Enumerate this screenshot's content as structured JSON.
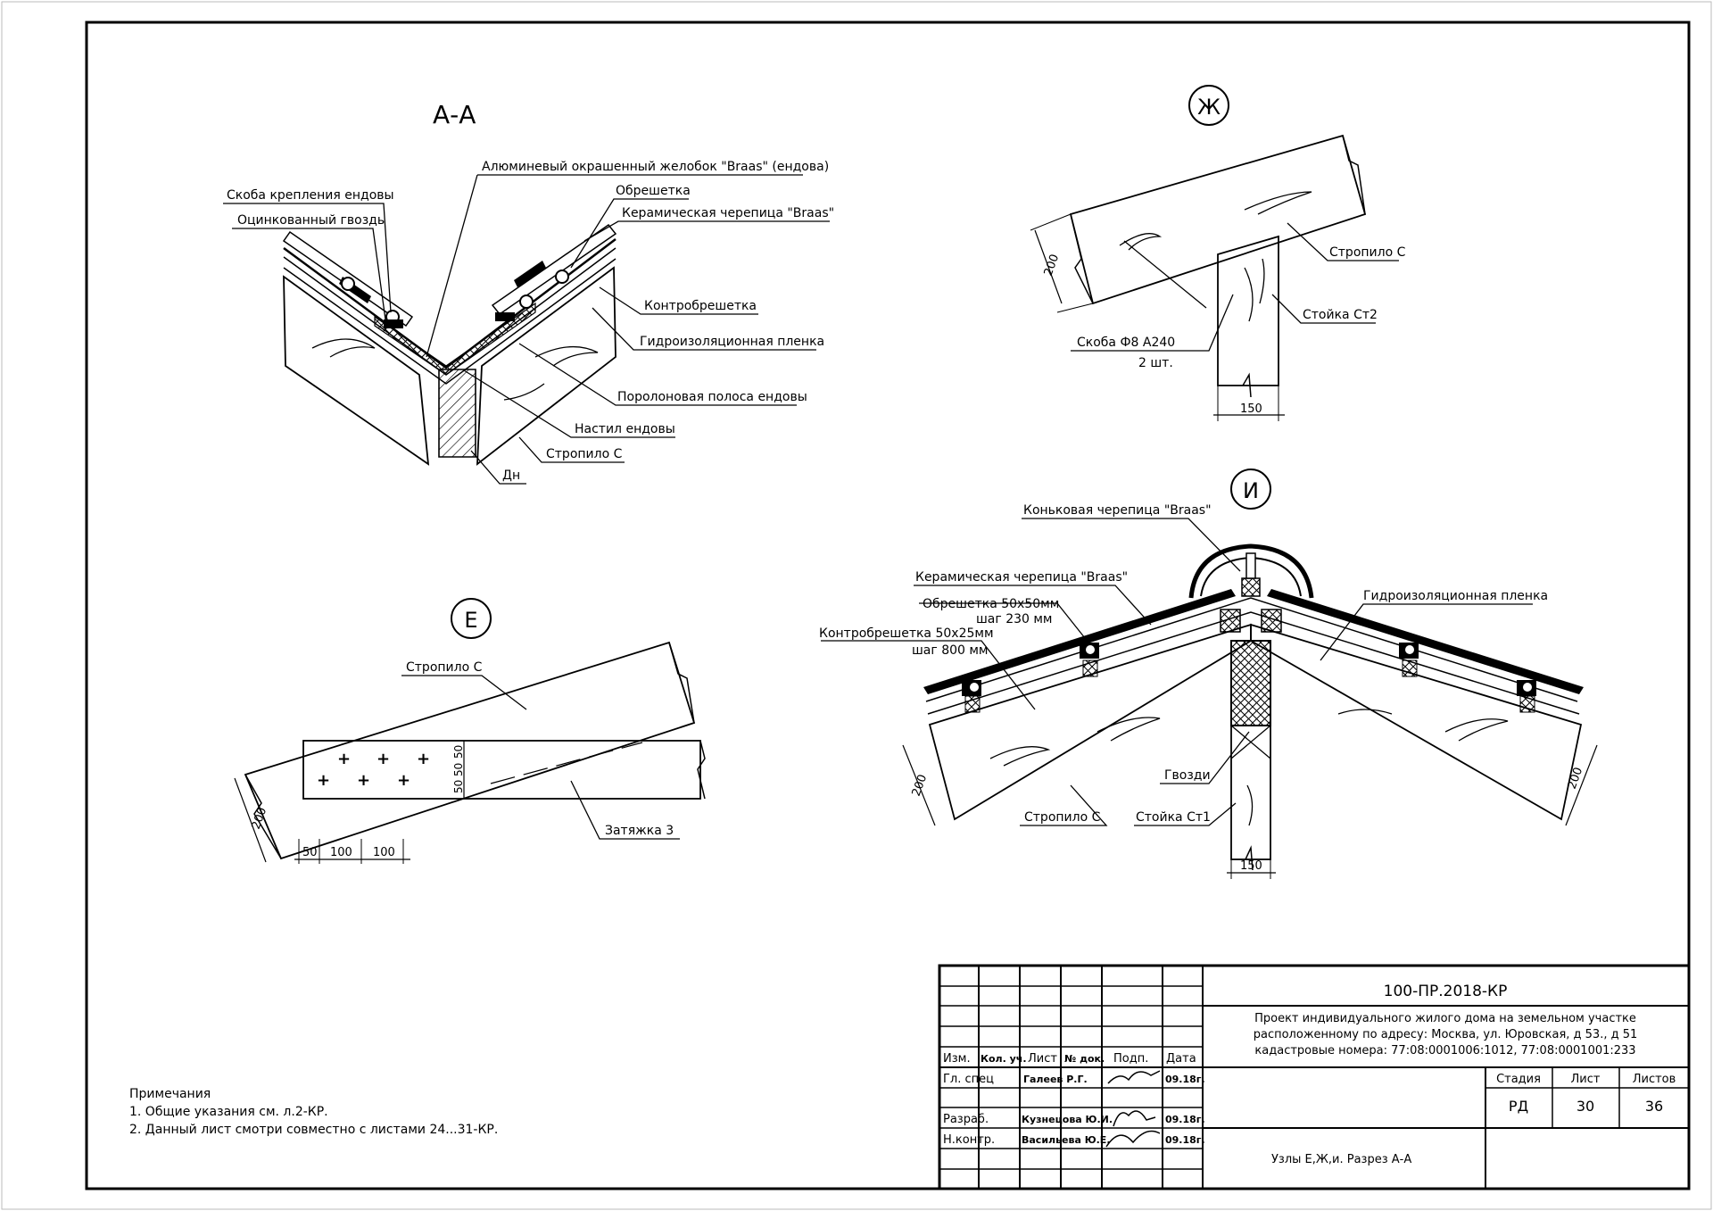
{
  "sections": {
    "aa": {
      "title": "А-А",
      "labels": {
        "gutter": "Алюминевый окрашенный желобок \"Braas\" (ендова)",
        "clip": "Скоба крепления ендовы",
        "batten": "Обрешетка",
        "nail": "Оцинкованный гвоздь",
        "tile": "Керамическая черепица \"Braas\"",
        "counter": "Контробрешетка",
        "membrane": "Гидроизоляционная пленка",
        "foam": "Поролоновая полоса ендовы",
        "deck": "Настил ендовы",
        "rafter": "Стропило С",
        "dn": "Дн"
      }
    },
    "zh": {
      "marker": "Ж",
      "labels": {
        "rafter": "Стропило С",
        "post": "Стойка Ст2",
        "clamp": "Скоба Ф8 А240",
        "clamp_qty": "2 шт."
      },
      "dims": {
        "depth": "200",
        "width": "150"
      }
    },
    "i": {
      "marker": "И",
      "labels": {
        "ridge": "Коньковая черепица \"Braas\"",
        "tile": "Керамическая черепица \"Braas\"",
        "batten": "Обрешетка 50х50мм",
        "batten_step": "шаг 230 мм",
        "counter": "Контробрешетка 50х25мм",
        "counter_step": "шаг 800 мм",
        "membrane": "Гидроизоляционная пленка",
        "nails": "Гвозди",
        "rafter": "Стропило С",
        "post": "Стойка Ст1"
      },
      "dims": {
        "left": "200",
        "right": "200",
        "width": "150"
      }
    },
    "e": {
      "marker": "Е",
      "labels": {
        "rafter": "Стропило С",
        "tie": "Затяжка 3"
      },
      "dims": {
        "depth": "200",
        "d50a": "50",
        "d50b": "50",
        "d50c": "50",
        "d50d": "50",
        "d100a": "100",
        "d100b": "100"
      }
    }
  },
  "notes": {
    "title": "Примечания",
    "items": [
      "1. Общие указания см. л.2-КР.",
      "2. Данный лист смотри совместно с листами 24...31-КР."
    ]
  },
  "title_block": {
    "code": "100-ПР.2018-КР",
    "project": [
      "Проект индивидуального жилого дома на земельном участке",
      "расположенному по адресу: Москва, ул. Юровская, д 53., д 51",
      "кадастровые номера: 77:08:0001006:1012, 77:08:0001001:233"
    ],
    "headers": {
      "izm": "Изм.",
      "kol": "Кол. уч.",
      "list": "Лист",
      "doc": "№ док.",
      "podp": "Подп.",
      "date": "Дата"
    },
    "rows": [
      {
        "role": "Гл. спец",
        "name": "Галеев Р.Г.",
        "date": "09.18г."
      },
      {
        "role": "Разраб.",
        "name": "Кузнецова Ю.И.",
        "date": "09.18г."
      },
      {
        "role": "Н.контр.",
        "name": "Васильева Ю.Е.",
        "date": "09.18г."
      }
    ],
    "stage_hdr": {
      "stage": "Стадия",
      "sheet": "Лист",
      "sheets": "Листов"
    },
    "stage": "РД",
    "sheet": "30",
    "sheets": "36",
    "sheet_title": "Узлы Е,Ж,и. Разрез А-А"
  }
}
